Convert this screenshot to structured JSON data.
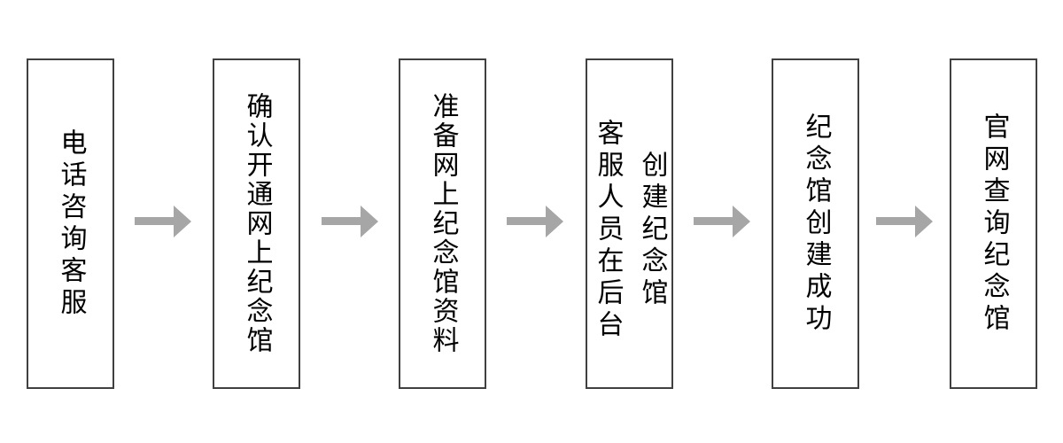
{
  "page": {
    "background_color": "#ffffff"
  },
  "flowchart": {
    "type": "horizontal-process-flow",
    "box_border_color": "#404040",
    "arrow_color": "#a6a6a6",
    "text_color": "#000000",
    "text_direction": "vertical",
    "steps": [
      {
        "label": "电话咨询客服",
        "lines": [
          "电话咨询客服"
        ]
      },
      {
        "label": "确认开通网上纪念馆",
        "lines": [
          "确认开通网上纪念馆"
        ]
      },
      {
        "label": "准备网上纪念馆资料",
        "lines": [
          "准备网上纪念馆资料"
        ]
      },
      {
        "label": "客服人员在后台创建纪念馆",
        "lines": [
          "客服人员在后台",
          "创建纪念馆"
        ]
      },
      {
        "label": "纪念馆创建成功",
        "lines": [
          "纪念馆创建成功"
        ]
      },
      {
        "label": "官网查询纪念馆",
        "lines": [
          "官网查询纪念馆"
        ]
      }
    ],
    "connectors": [
      {
        "from": 1,
        "to": 2,
        "shape": "right-arrow"
      },
      {
        "from": 2,
        "to": 3,
        "shape": "right-arrow"
      },
      {
        "from": 3,
        "to": 4,
        "shape": "right-arrow"
      },
      {
        "from": 4,
        "to": 5,
        "shape": "right-arrow"
      },
      {
        "from": 5,
        "to": 6,
        "shape": "right-arrow"
      }
    ]
  }
}
